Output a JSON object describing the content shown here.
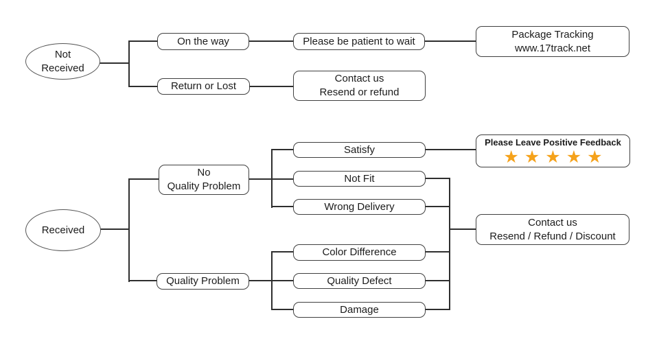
{
  "diagram": {
    "background_color": "#ffffff",
    "line_color": "#2e2e2e",
    "node_border_color": "#3f3f3f",
    "text_color": "#1b1b1b",
    "star_color": "#f5a21b",
    "not_received_flow": {
      "root_line1": "Not",
      "root_line2": "Received",
      "on_the_way": "On the way",
      "be_patient": "Please be patient to wait",
      "tracking_line1": "Package Tracking",
      "tracking_line2": "www.17track.net",
      "return_or_lost": "Return or Lost",
      "contact_line1": "Contact us",
      "contact_line2": "Resend or refund"
    },
    "received_flow": {
      "root": "Received",
      "no_quality_line1": "No",
      "no_quality_line2": "Quality Problem",
      "satisfy": "Satisfy",
      "feedback_title": "Please Leave Positive Feedback",
      "star_glyph": "★",
      "star_count": 5,
      "not_fit": "Not Fit",
      "wrong_delivery": "Wrong Delivery",
      "quality_problem": "Quality Problem",
      "color_difference": "Color Difference",
      "quality_defect": "Quality Defect",
      "damage": "Damage",
      "contact_line1": "Contact us",
      "contact_line2": "Resend / Refund / Discount"
    }
  }
}
